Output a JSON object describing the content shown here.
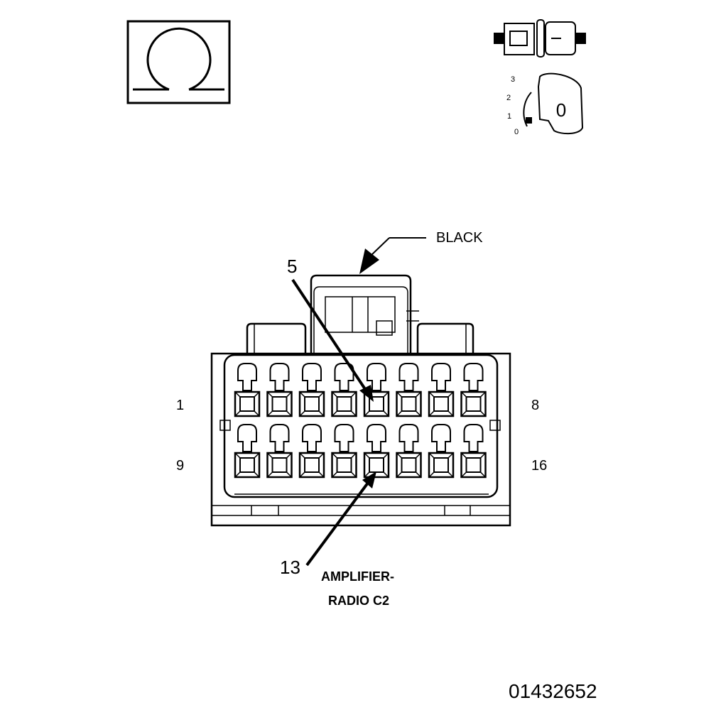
{
  "legend": {
    "ohm_symbol": "Ω",
    "key_position": "0",
    "key_scale": [
      "3",
      "2",
      "1",
      "0"
    ]
  },
  "connector": {
    "color_label": "BLACK",
    "name_line1": "AMPLIFIER-",
    "name_line2": "RADIO C2",
    "row_labels": {
      "top_left": "1",
      "top_right": "8",
      "bottom_left": "9",
      "bottom_right": "16"
    },
    "callouts": [
      "5",
      "13"
    ],
    "pins_per_row": 8,
    "rows": 2
  },
  "doc_id": "01432652",
  "icons": [
    "ohm-symbol-icon",
    "connector-plug-icon",
    "ignition-key-icon"
  ]
}
